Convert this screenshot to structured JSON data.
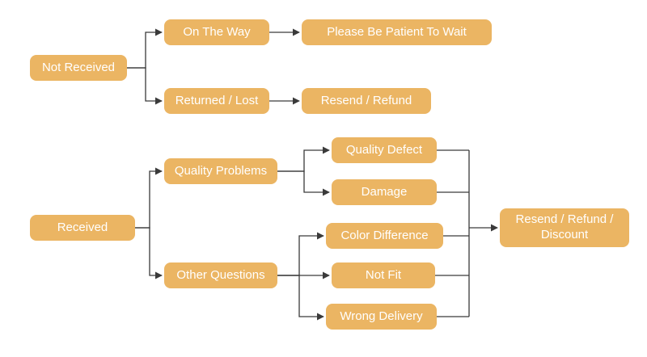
{
  "diagram": {
    "type": "flowchart",
    "accent_color": "#EBB563",
    "line_color": "#3A3A3A",
    "text_color": "#FFFFFF",
    "nodes": {
      "not_received": {
        "label": "Not Received"
      },
      "on_the_way": {
        "label": "On The Way"
      },
      "please_be_patient": {
        "label": "Please Be Patient To Wait"
      },
      "returned_lost": {
        "label": "Returned / Lost"
      },
      "resend_refund": {
        "label": "Resend / Refund"
      },
      "received": {
        "label": "Received"
      },
      "quality_problems": {
        "label": "Quality Problems"
      },
      "quality_defect": {
        "label": "Quality Defect"
      },
      "damage": {
        "label": "Damage"
      },
      "other_questions": {
        "label": "Other Questions"
      },
      "color_difference": {
        "label": "Color Difference"
      },
      "not_fit": {
        "label": "Not Fit"
      },
      "wrong_delivery": {
        "label": "Wrong Delivery"
      },
      "resend_refund_discount": {
        "label": "Resend / Refund / Discount"
      }
    },
    "edges": [
      {
        "from": "not_received",
        "to": "on_the_way",
        "arrow": true
      },
      {
        "from": "not_received",
        "to": "returned_lost",
        "arrow": true
      },
      {
        "from": "on_the_way",
        "to": "please_be_patient",
        "arrow": true
      },
      {
        "from": "returned_lost",
        "to": "resend_refund",
        "arrow": true
      },
      {
        "from": "received",
        "to": "quality_problems",
        "arrow": true
      },
      {
        "from": "received",
        "to": "other_questions",
        "arrow": true
      },
      {
        "from": "quality_problems",
        "to": "quality_defect",
        "arrow": true
      },
      {
        "from": "quality_problems",
        "to": "damage",
        "arrow": true
      },
      {
        "from": "other_questions",
        "to": "color_difference",
        "arrow": true
      },
      {
        "from": "other_questions",
        "to": "not_fit",
        "arrow": true
      },
      {
        "from": "other_questions",
        "to": "wrong_delivery",
        "arrow": true
      },
      {
        "from": "quality_defect",
        "to": "resend_refund_discount",
        "arrow": false
      },
      {
        "from": "damage",
        "to": "resend_refund_discount",
        "arrow": false
      },
      {
        "from": "color_difference",
        "to": "resend_refund_discount",
        "arrow": false
      },
      {
        "from": "not_fit",
        "to": "resend_refund_discount",
        "arrow": false
      },
      {
        "from": "wrong_delivery",
        "to": "resend_refund_discount",
        "arrow": true
      }
    ]
  }
}
